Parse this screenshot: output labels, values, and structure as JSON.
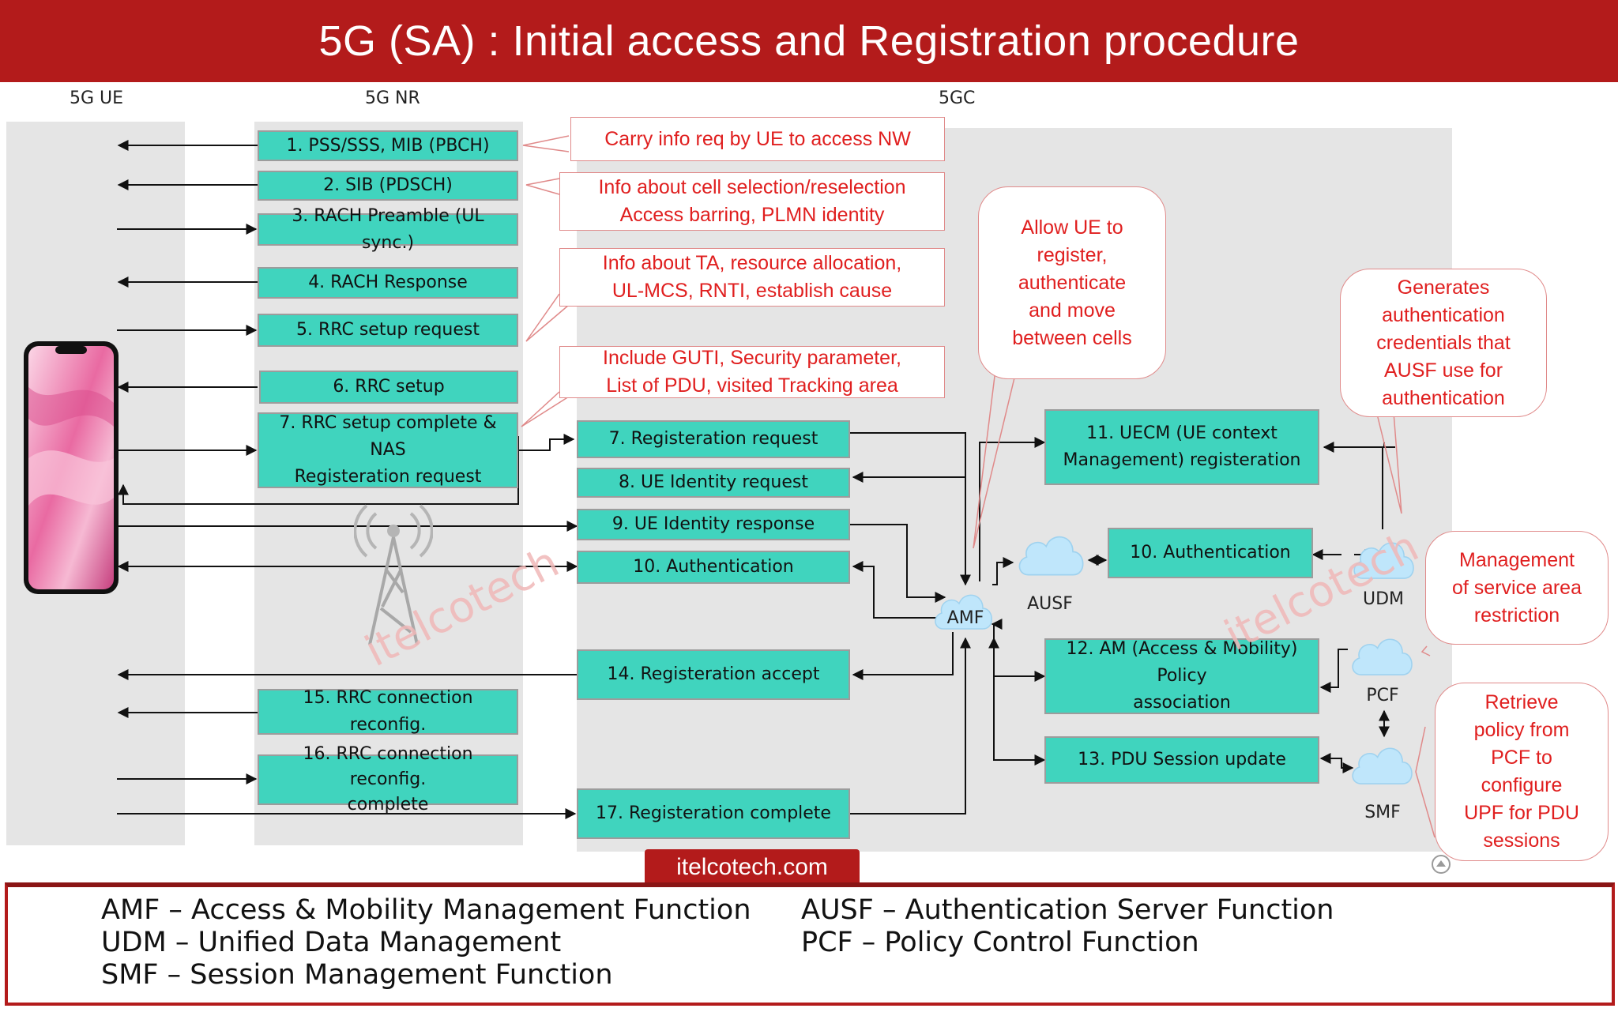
{
  "title": "5G (SA) : Initial access and Registration procedure",
  "lanes": {
    "ue": "5G UE",
    "nr": "5G NR",
    "core": "5GC"
  },
  "nr_messages": {
    "m1": "1. PSS/SSS, MIB (PBCH)",
    "m2": "2. SIB (PDSCH)",
    "m3": "3. RACH Preamble (UL sync.)",
    "m4": "4. RACH Response",
    "m5": "5. RRC setup request",
    "m6": "6. RRC setup",
    "m7_line1": "7. RRC setup complete & NAS",
    "m7_line2": "Registeration request",
    "m15": "15. RRC connection reconfig.",
    "m16_line1": "16. RRC connection reconfig.",
    "m16_line2": "complete"
  },
  "core_messages": {
    "m7": "7. Registeration request",
    "m8": "8. UE Identity request",
    "m9": "9. UE Identity response",
    "m10": "10. Authentication",
    "m14": "14. Registeration accept",
    "m17": "17. Registeration complete"
  },
  "nf_messages": {
    "m11_line1": "11. UECM (UE context",
    "m11_line2": "Management) registeration",
    "m10": "10. Authentication",
    "m12_line1": "12. AM (Access & Mobility) Policy",
    "m12_line2": "association",
    "m13": "13. PDU Session update"
  },
  "network_functions": {
    "amf": "AMF",
    "ausf": "AUSF",
    "udm": "UDM",
    "pcf": "PCF",
    "smf": "SMF"
  },
  "notes": {
    "n1": "Carry info req by UE to access NW",
    "n2_line1": "Info about cell selection/reselection",
    "n2_line2": "Access barring, PLMN identity",
    "n3_line1": "Info about TA, resource allocation,",
    "n3_line2": "UL-MCS, RNTI, establish cause",
    "n4_line1": "Include GUTI, Security parameter,",
    "n4_line2": "List of PDU, visited Tracking area",
    "amf_lines": [
      "Allow UE to",
      "register,",
      "authenticate",
      "and move",
      "between cells"
    ],
    "udm_lines": [
      "Generates",
      "authentication",
      "credentials that",
      "AUSF use for",
      "authentication"
    ],
    "pcf_lines": [
      "Management",
      "of service area",
      "restriction"
    ],
    "smf_lines": [
      "Retrieve",
      "policy from",
      "PCF to",
      "configure",
      "UPF for PDU",
      "sessions"
    ]
  },
  "watermark": "itelcotech",
  "site": "itelcotech.com",
  "legend": {
    "amf": "AMF – Access & Mobility Management Function",
    "udm": "UDM – Unified Data Management",
    "smf": "SMF – Session Management Function",
    "ausf": "AUSF – Authentication Server Function",
    "pcf": "PCF – Policy Control Function"
  },
  "colors": {
    "brand_red": "#b31b1b",
    "message_box": "#40d4be",
    "note_text": "#e01f1f",
    "cloud": "#bfe6fb"
  }
}
